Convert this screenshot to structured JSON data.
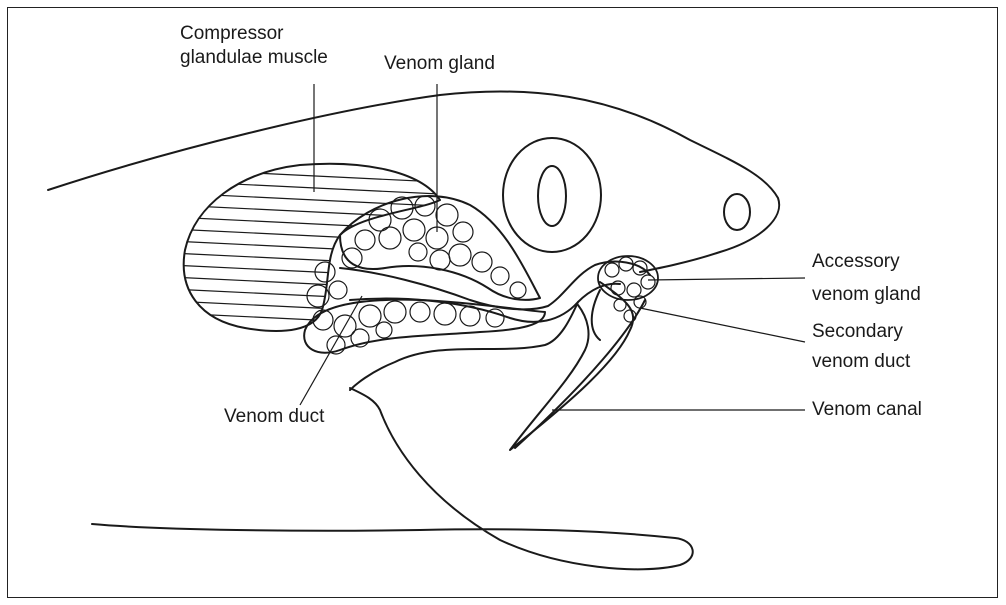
{
  "labels": {
    "compressor_line1": "Compressor",
    "compressor_line2": "glandulae muscle",
    "venom_gland": "Venom gland",
    "accessory_line1": "Accessory",
    "accessory_line2": "venom gland",
    "secondary_line1": "Secondary",
    "secondary_line2": "venom duct",
    "venom_duct": "Venom duct",
    "venom_canal": "Venom canal"
  },
  "colors": {
    "stroke": "#1a1a1a",
    "background": "#ffffff"
  }
}
